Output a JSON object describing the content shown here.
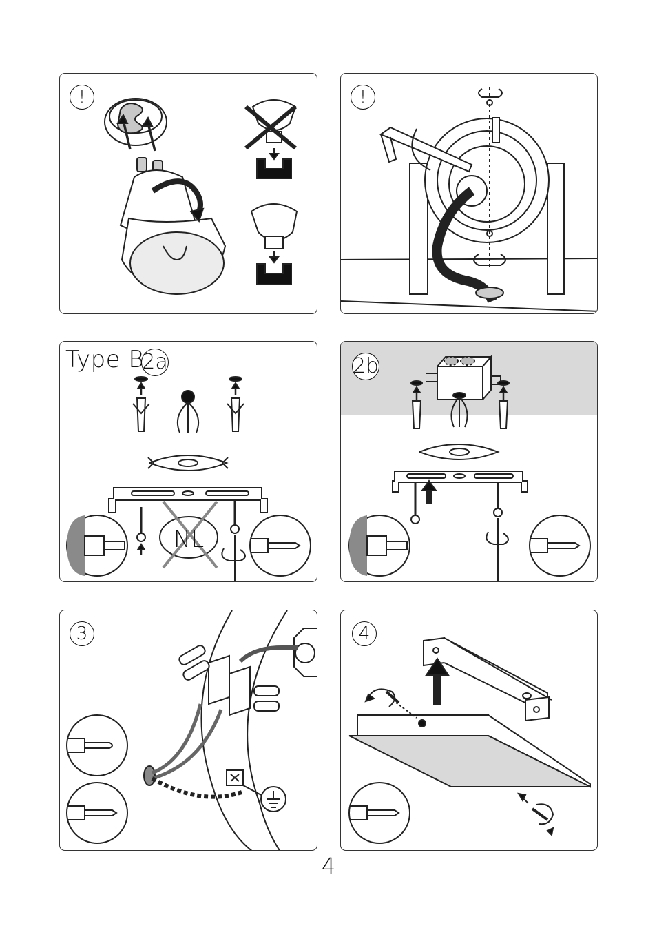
{
  "panels": {
    "p1": {
      "badge": "!"
    },
    "p2": {
      "badge": "!"
    },
    "p3": {
      "type_label": "Type B",
      "badge": "2a",
      "nl_label": "NL"
    },
    "p4": {
      "badge": "2b"
    },
    "p5": {
      "badge": "3"
    },
    "p6": {
      "badge": "4"
    }
  },
  "page_number": "4",
  "colors": {
    "line": "#222222",
    "fill_gray": "#d9d9d9",
    "bg": "#ffffff"
  }
}
